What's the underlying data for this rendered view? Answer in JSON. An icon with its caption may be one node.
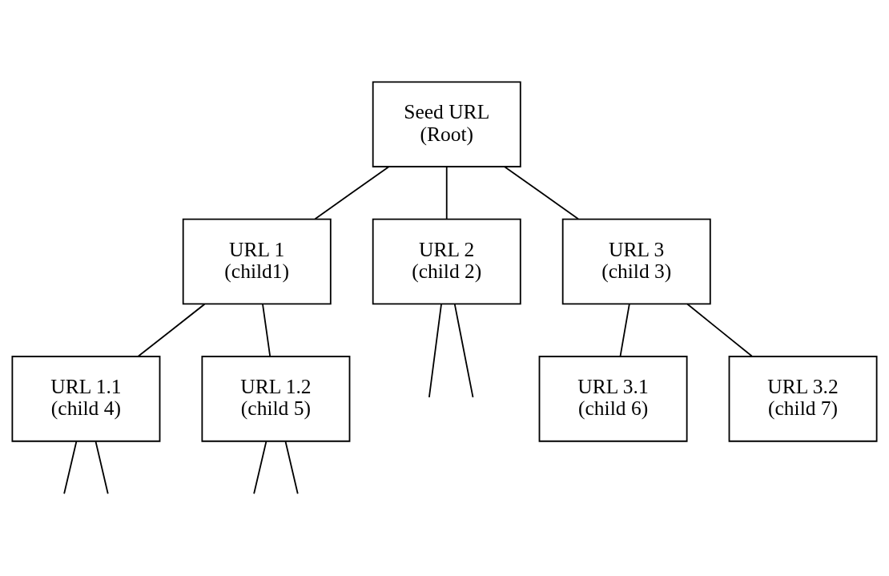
{
  "diagram": {
    "nodes": [
      {
        "text": [
          "Seed URL",
          "(Root)"
        ]
      },
      {
        "text": [
          "URL 1",
          "(child1)"
        ]
      },
      {
        "text": [
          "URL 2",
          "(child 2)"
        ]
      },
      {
        "text": [
          "URL 3",
          "(child 3)"
        ]
      },
      {
        "text": [
          "URL 1.1",
          "(child 4)"
        ]
      },
      {
        "text": [
          "URL 1.2",
          "(child 5)"
        ]
      },
      {
        "text": [
          "URL 3.1",
          "(child 6)"
        ]
      },
      {
        "text": [
          "URL 3.2",
          "(child 7)"
        ]
      }
    ],
    "edges": [
      {
        "from": 0,
        "to": 1,
        "arrow": "none"
      },
      {
        "from": 0,
        "to": 2,
        "arrow": "none"
      },
      {
        "from": 0,
        "to": 3,
        "arrow": "none"
      },
      {
        "from": 1,
        "to": 4,
        "arrow": "none"
      },
      {
        "from": 1,
        "to": 5,
        "arrow": "none"
      },
      {
        "from": 2,
        "to": null,
        "arrow": "none"
      },
      {
        "from": 2,
        "to": null,
        "arrow": "none"
      },
      {
        "from": 3,
        "to": 6,
        "arrow": "none"
      },
      {
        "from": 3,
        "to": 7,
        "arrow": "none"
      },
      {
        "from": 4,
        "to": null,
        "arrow": "none"
      },
      {
        "from": 4,
        "to": null,
        "arrow": "none"
      },
      {
        "from": 5,
        "to": null,
        "arrow": "none"
      },
      {
        "from": 5,
        "to": null,
        "arrow": "none"
      }
    ]
  }
}
